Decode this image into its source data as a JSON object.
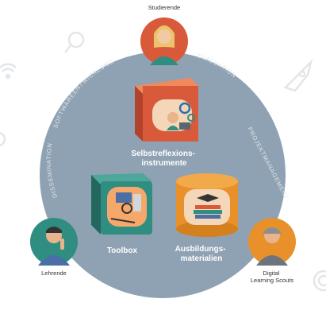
{
  "roles": {
    "students": "Studierende",
    "teachers": "Lehrende",
    "scouts_line1": "Digital",
    "scouts_line2": "Learning Scouts"
  },
  "ring": {
    "software": "SOFTWAREENTWICKLUNG",
    "evaluation": "EVALUATION",
    "project": "PROJEKTMANAGEMENT",
    "dissemination": "DISSEMINATION"
  },
  "categories": {
    "selfreflection_line1": "Selbstreflexions-",
    "selfreflection_line2": "instrumente",
    "toolbox": "Toolbox",
    "training_line1": "Ausbildungs-",
    "training_line2": "materialien"
  },
  "colors": {
    "circle": "#8fa2b3",
    "orange": "#e8912a",
    "red": "#d95a3a",
    "teal": "#2f8d82",
    "rust": "#b2432a",
    "watermark": "#e3e6e9"
  }
}
